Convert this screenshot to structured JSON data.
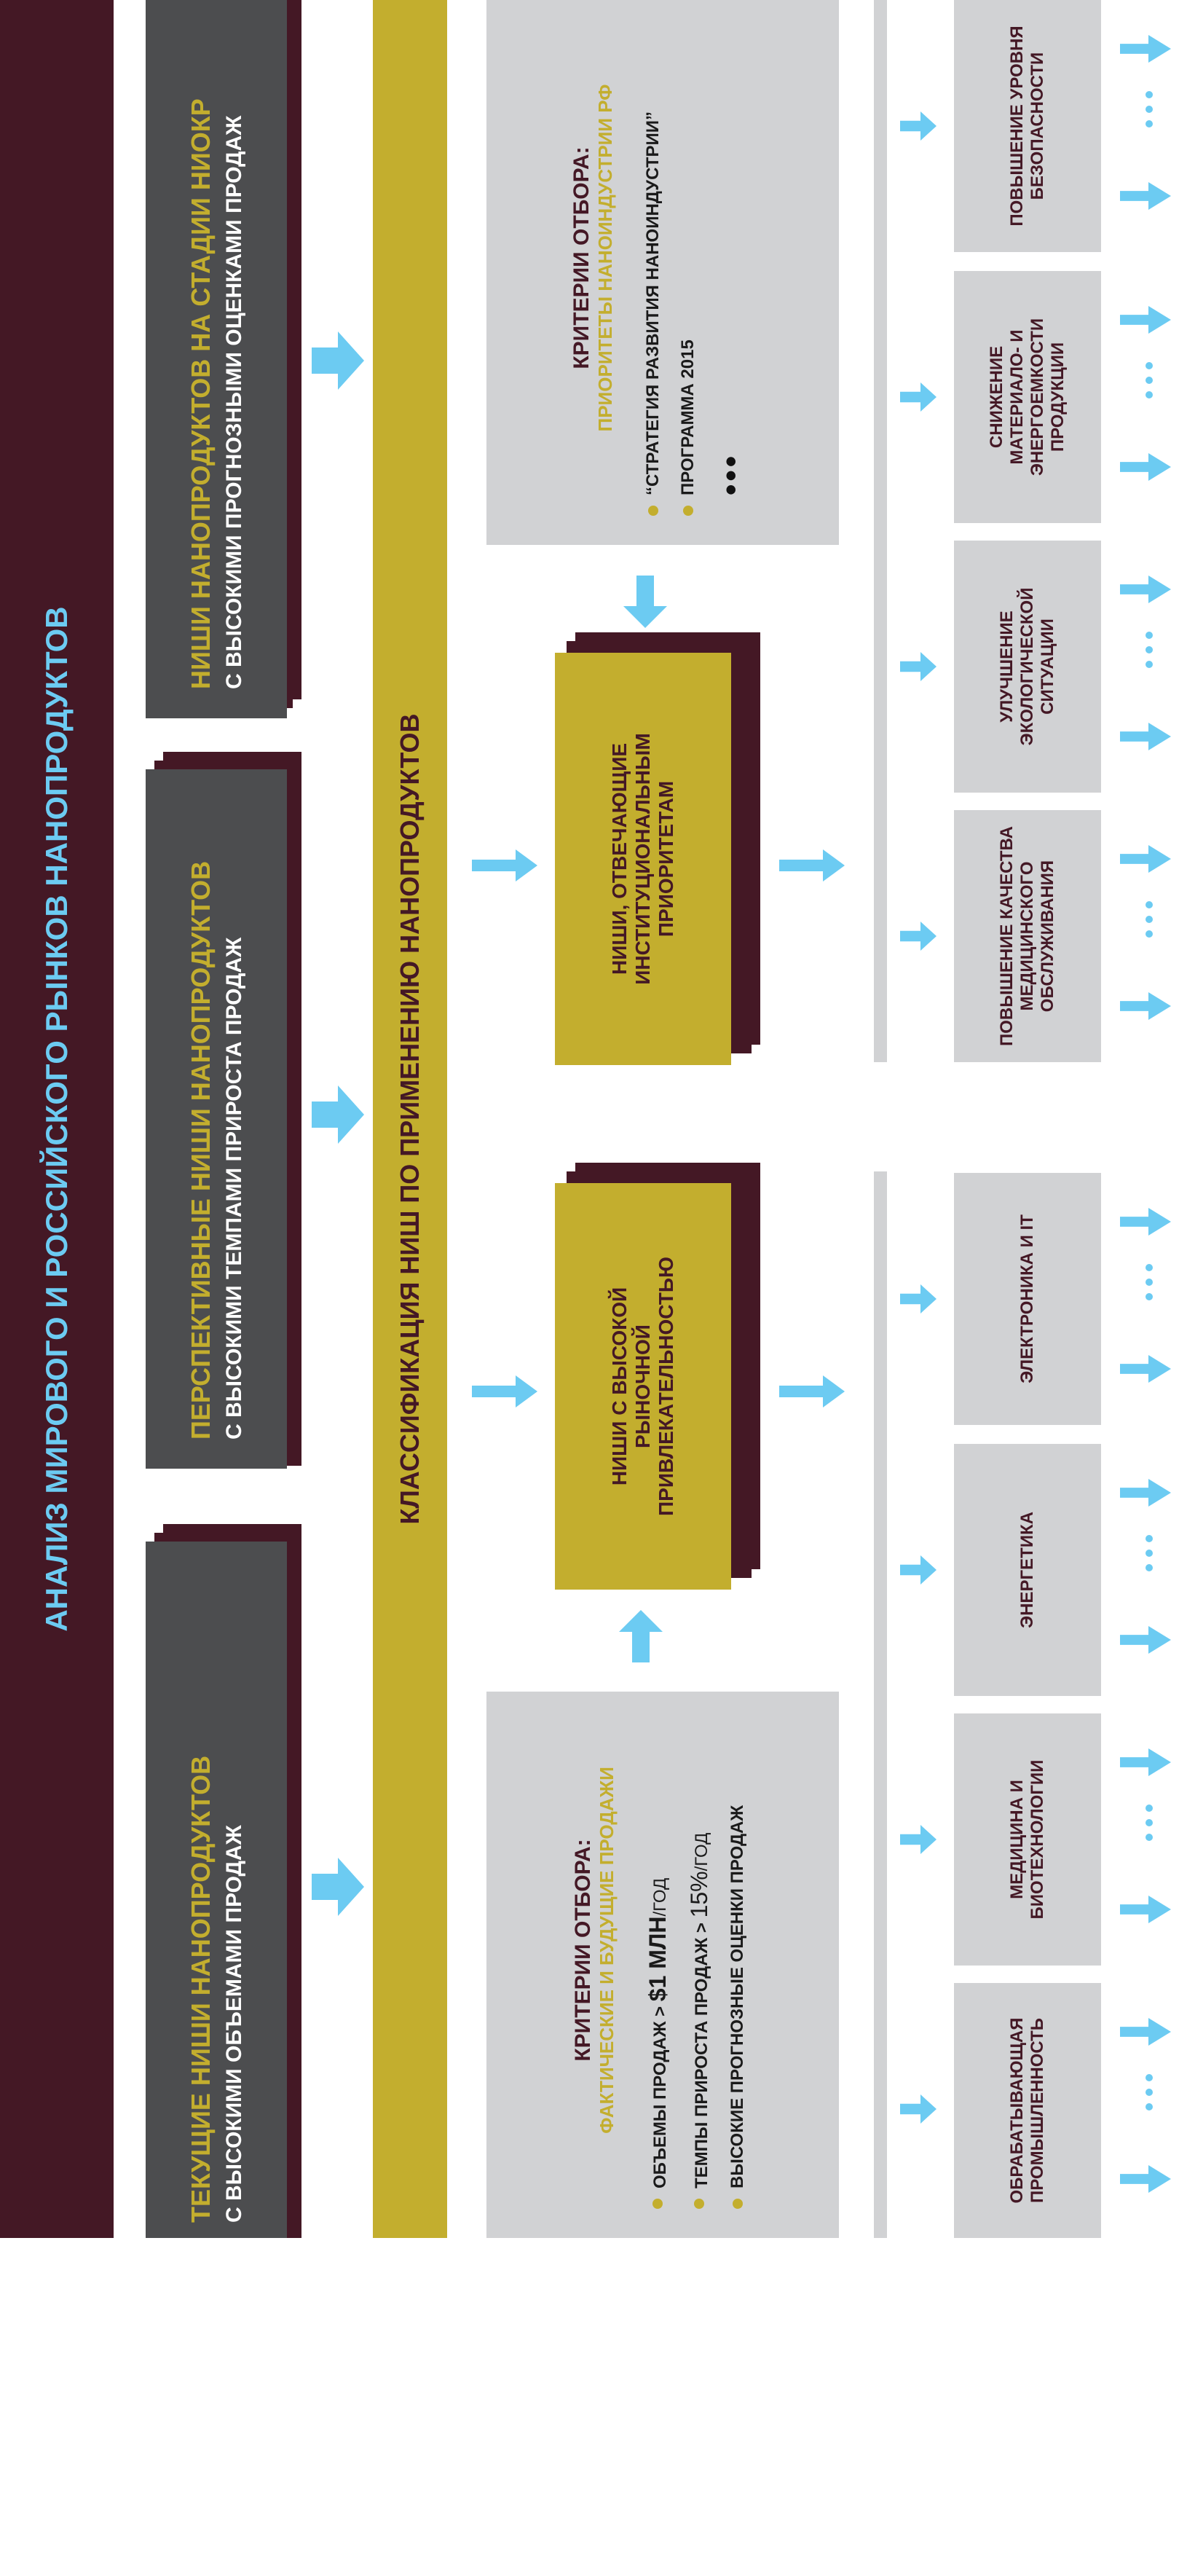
{
  "main_title": "АНАЛИЗ МИРОВОГО И РОССИЙСКОГО РЫНКОВ НАНОПРОДУКТОВ",
  "niche_groups": [
    {
      "title": "ТЕКУЩИЕ НИШИ НАНОПРОДУКТОВ",
      "subtitle": "С ВЫСОКИМИ ОБЪЕМАМИ ПРОДАЖ"
    },
    {
      "title": "ПЕРСПЕКТИВНЫЕ НИШИ НАНОПРОДУКТОВ",
      "subtitle": "С ВЫСОКИМИ ТЕМПАМИ ПРИРОСТА ПРОДАЖ"
    },
    {
      "title": "НИШИ НАНОПРОДУКТОВ НА СТАДИИ НИОКР",
      "subtitle": "С ВЫСОКИМИ ПРОГНОЗНЫМИ ОЦЕНКАМИ ПРОДАЖ"
    }
  ],
  "classification_title": "КЛАССИФИКАЦИЯ НИШ ПО ПРИМЕНЕНИЮ НАНОПРОДУКТОВ",
  "criteria_market": {
    "heading": "КРИТЕРИИ ОТБОРА:",
    "subheading": "ФАКТИЧЕСКИЕ И БУДУЩИЕ ПРОДАЖИ",
    "items": [
      {
        "pre": "ОБЪЕМЫ ПРОДАЖ > ",
        "big": "$1 МЛН",
        "post": "/ГОД"
      },
      {
        "pre": "ТЕМПЫ ПРИРОСТА ПРОДАЖ > ",
        "big": "15%",
        "post": "/ГОД"
      },
      {
        "pre": "ВЫСОКИЕ ПРОГНОЗНЫЕ ОЦЕНКИ ПРОДАЖ",
        "big": "",
        "post": ""
      }
    ]
  },
  "criteria_priority": {
    "heading": "КРИТЕРИИ ОТБОРА:",
    "subheading": "ПРИОРИТЕТЫ НАНОИНДУСТРИИ РФ",
    "items": [
      "“СТРАТЕГИЯ РАЗВИТИЯ НАНОИНДУСТРИИ”",
      "ПРОГРАММА 2015"
    ],
    "ellipsis": "•••"
  },
  "box_market": "НИШИ С ВЫСОКОЙ РЫНОЧНОЙ ПРИВЛЕКАТЕЛЬНОСТЬЮ",
  "box_priority": "НИШИ, ОТВЕЧАЮЩИЕ ИНСТИТУЦИОНАЛЬНЫМ ПРИОРИТЕТАМ",
  "market_categories": [
    "ОБРАБАТЫВАЮЩАЯ ПРОМЫШЛЕННОСТЬ",
    "МЕДИЦИНА И БИОТЕХНОЛОГИИ",
    "ЭНЕРГЕТИКА",
    "ЭЛЕКТРОНИКА И IT"
  ],
  "priority_categories": [
    "ПОВЫШЕНИЕ КАЧЕСТВА МЕДИЦИНСКОГО ОБСЛУЖИВАНИЯ",
    "УЛУЧШЕНИЕ ЭКОЛОГИЧЕСКОЙ СИТУАЦИИ",
    "СНИЖЕНИЕ МАТЕРИАЛО- И ЭНЕРГОЕМКОСТИ ПРОДУКЦИИ",
    "ПОВЫШЕНИЕ УРОВНЯ БЕЗОПАСНОСТИ"
  ],
  "colors": {
    "maroon": "#441825",
    "gold": "#c3ae2e",
    "grey": "#d1d2d4",
    "dark_grey": "#4c4d4f",
    "blue": "#6ccbf2"
  }
}
